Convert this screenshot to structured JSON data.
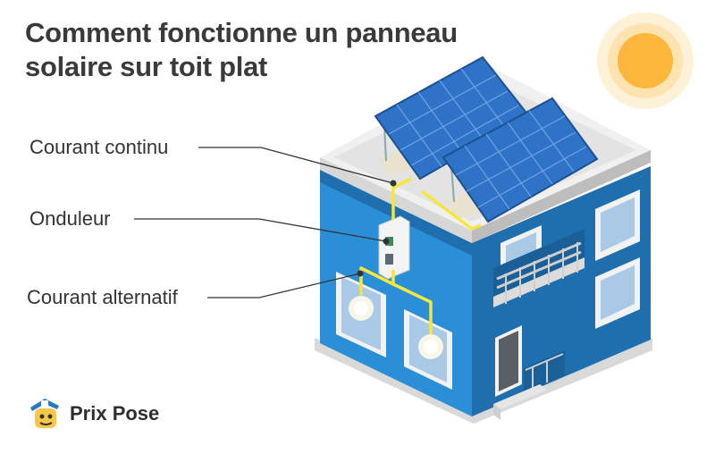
{
  "title_line1": "Comment fonctionne un panneau",
  "title_line2": "solaire sur toit plat",
  "labels": {
    "dc": "Courant continu",
    "inverter": "Onduleur",
    "ac": "Courant alternatif"
  },
  "brand": {
    "name": "Prix Pose"
  },
  "colors": {
    "wall_blue": "#2a8fd6",
    "wall_dark": "#1f6fae",
    "panel": "#2f73c9",
    "wire": "#f5e83a",
    "sun": "#fbb63b"
  }
}
